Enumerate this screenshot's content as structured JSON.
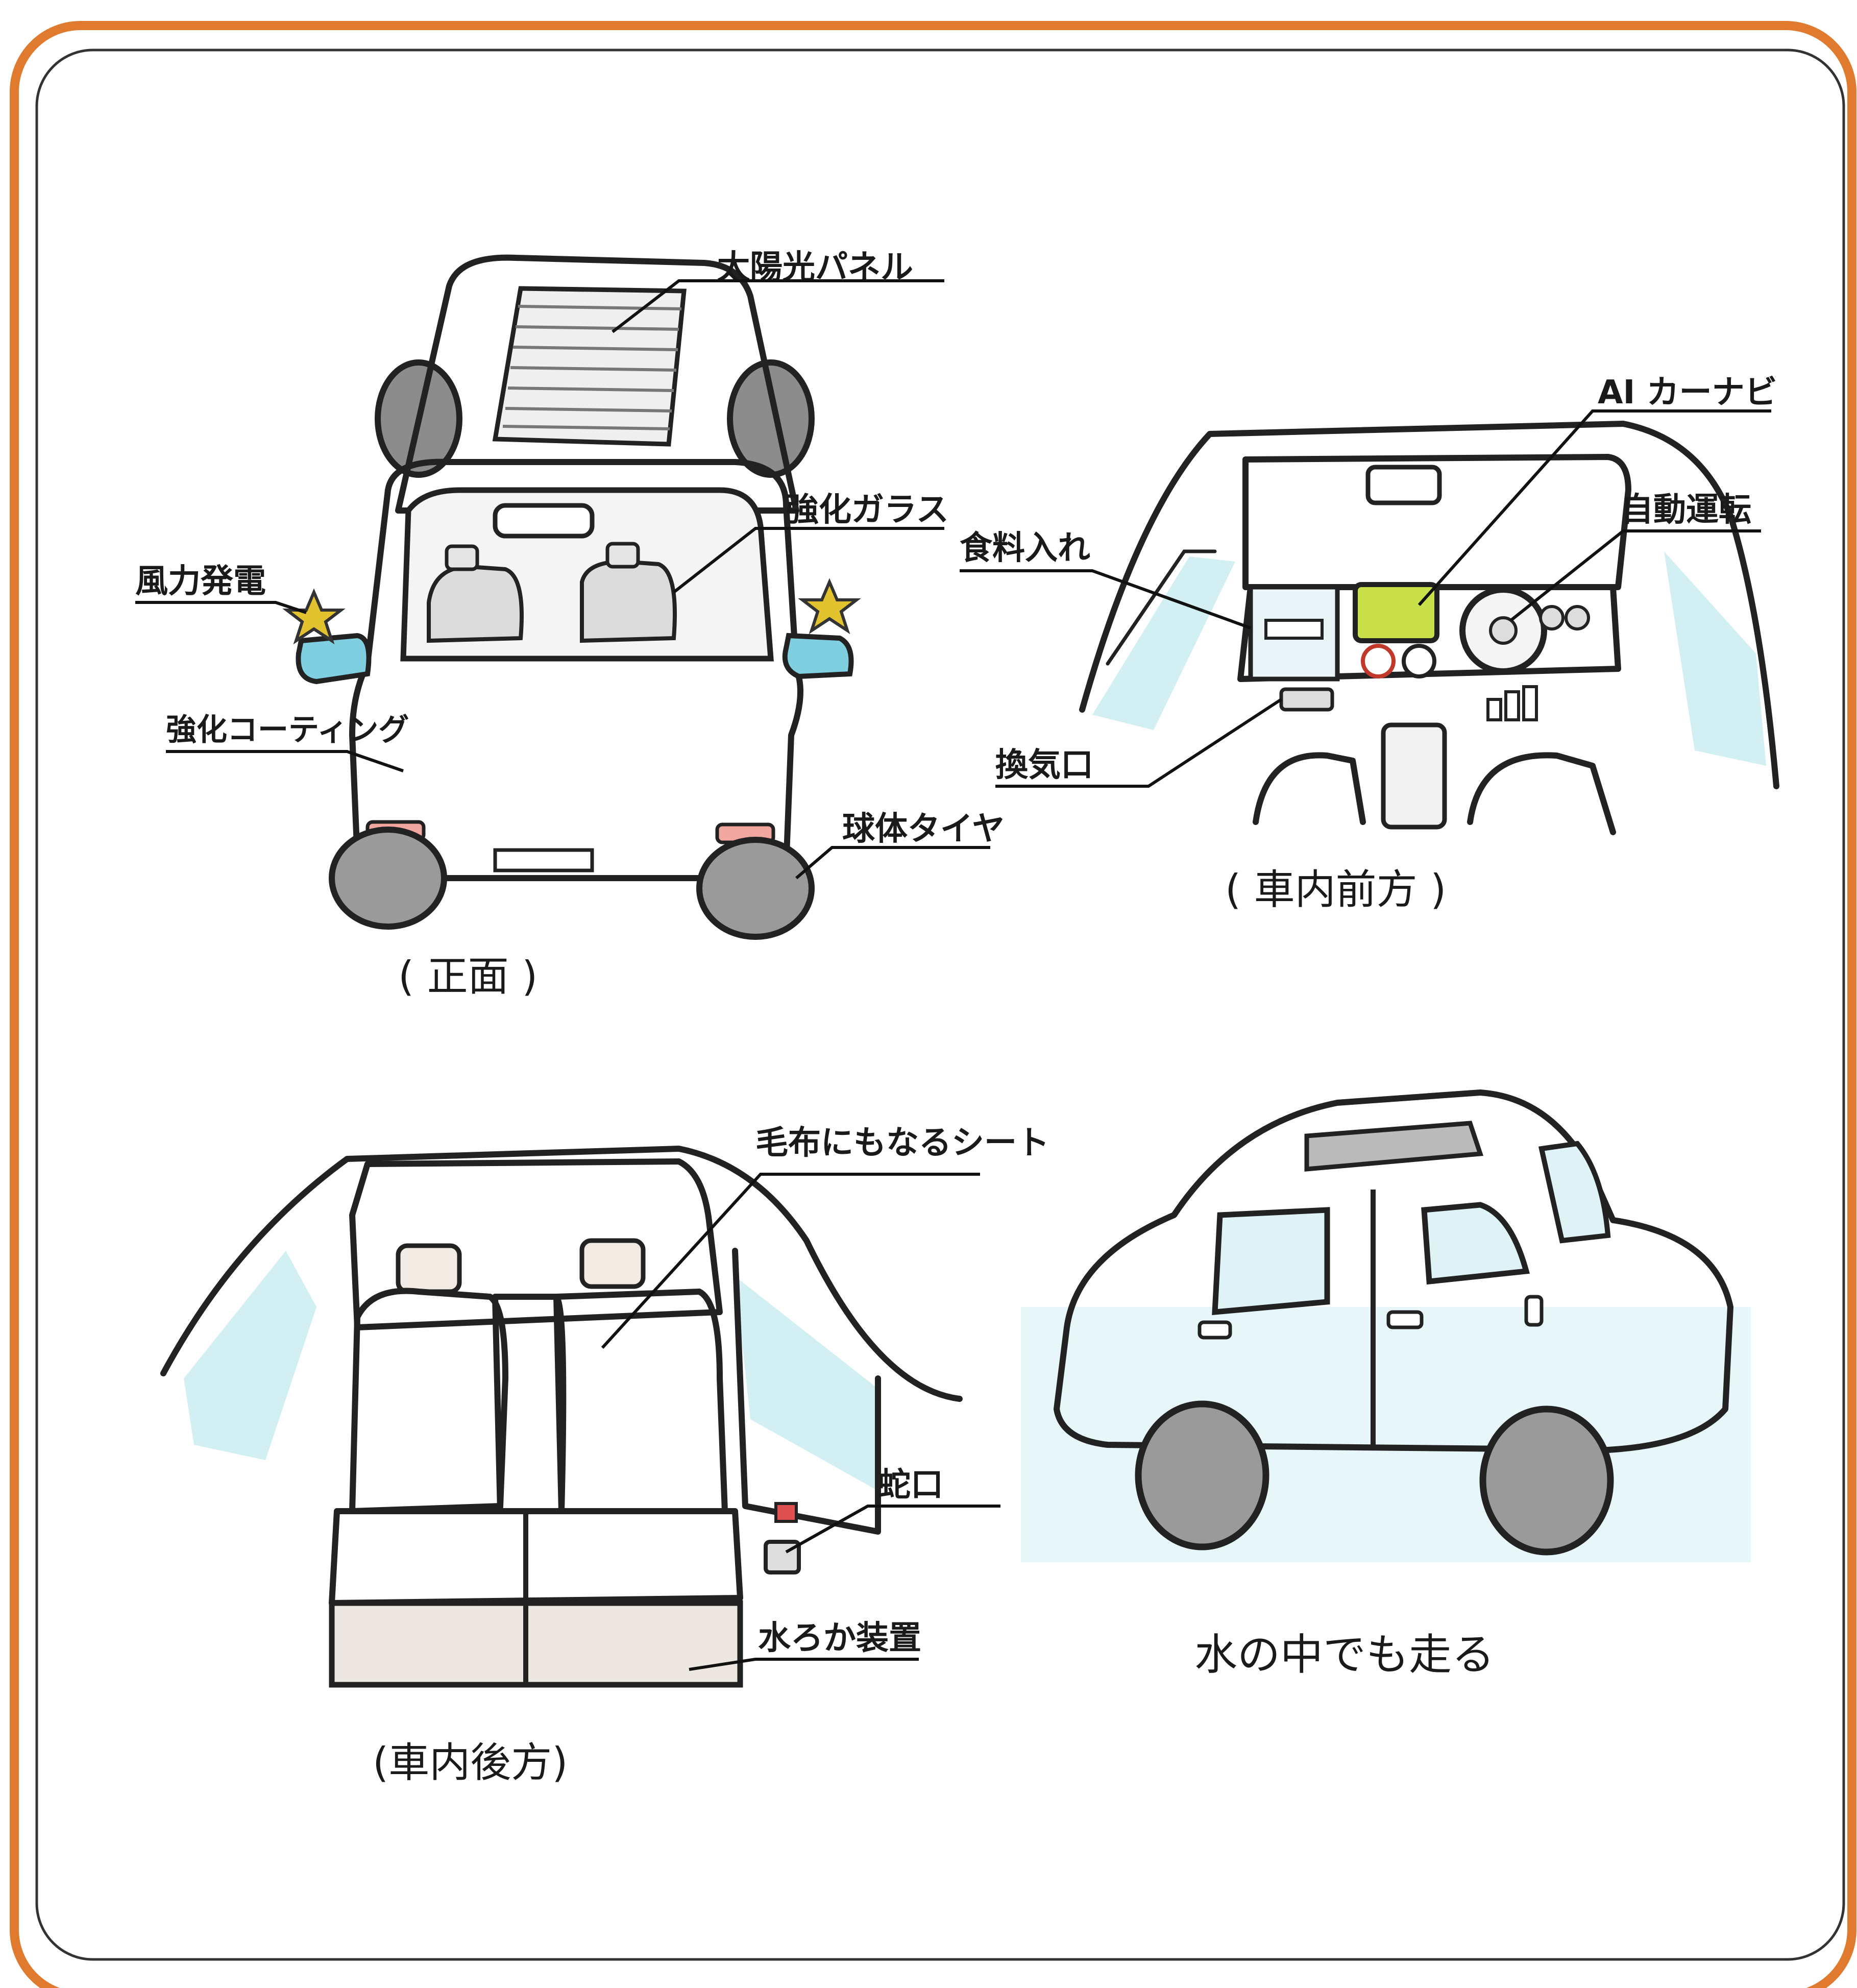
{
  "colors": {
    "border": "#e07a2e",
    "car_body": "#7fcfe0",
    "car_body_dark": "#58b6cc",
    "tire": "#8c8c8c",
    "seat": "#e6dfd8",
    "navi_screen": "#c9e04a",
    "ink": "#222222"
  },
  "front_view": {
    "caption": "( 正面 )",
    "labels": {
      "solar_panel": "太陽光パネル",
      "reinforced_glass": "強化ガラス",
      "wind_power": "風力発電",
      "reinforced_coating": "強化コーティング",
      "sphere_tire": "球体タイヤ"
    }
  },
  "interior_front": {
    "caption": "( 車内前方 )",
    "labels": {
      "ai_navi": "AI カーナビ",
      "auto_drive": "自動運転",
      "food_storage": "食料入れ",
      "air_vent": "換気口"
    }
  },
  "interior_rear": {
    "caption": "(車内後方)",
    "labels": {
      "blanket_seat": "毛布にもなるシート",
      "faucet": "蛇口",
      "water_filter": "水ろか装置"
    }
  },
  "side_view": {
    "caption": "水の中でも走る"
  }
}
